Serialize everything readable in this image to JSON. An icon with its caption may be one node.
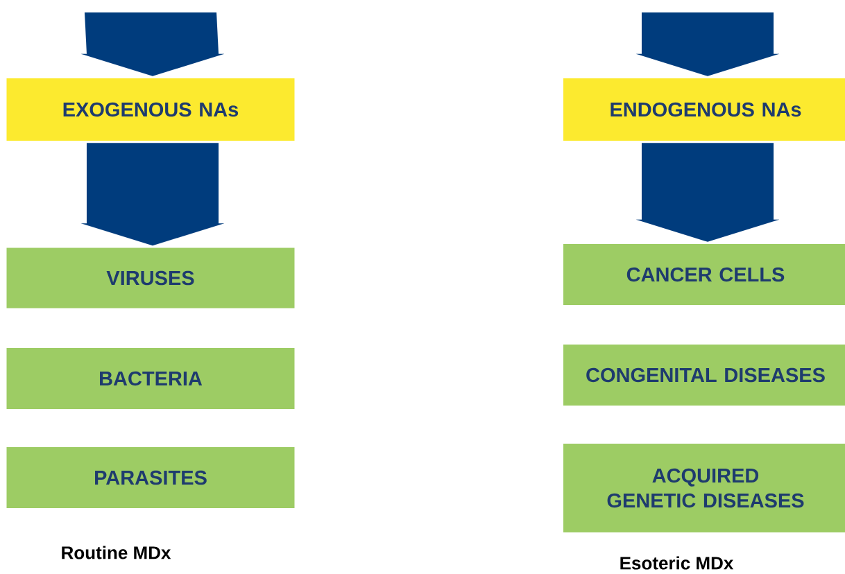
{
  "diagram": {
    "nodes": [
      {
        "text": [
          "EXOGENOUS NAs"
        ]
      },
      {
        "text": [
          "VIRUSES"
        ]
      },
      {
        "text": [
          "BACTERIA"
        ]
      },
      {
        "text": [
          "PARASITES"
        ]
      },
      {
        "text": [
          "ENDOGENOUS NAs"
        ]
      },
      {
        "text": [
          "CANCER CELLS"
        ]
      },
      {
        "text": [
          "CONGENITAL DISEASES"
        ]
      },
      {
        "text": [
          "ACQUIRED GENETIC DISEASES"
        ]
      }
    ],
    "edges": [
      {
        "from": null,
        "to": 0,
        "arrow": "to"
      },
      {
        "from": 0,
        "to": 1,
        "arrow": "to"
      },
      {
        "from": null,
        "to": 4,
        "arrow": "to"
      },
      {
        "from": 4,
        "to": 5,
        "arrow": "to"
      }
    ],
    "labels": [
      "Routine MDx",
      "Esoteric MDx"
    ]
  }
}
